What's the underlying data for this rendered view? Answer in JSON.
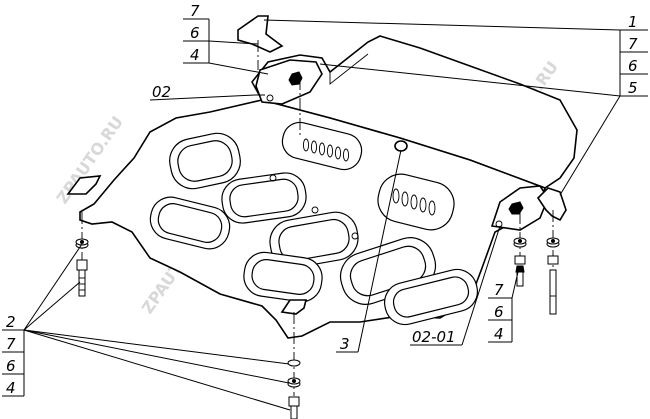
{
  "callouts": {
    "tl_stack": [
      "7",
      "6",
      "4"
    ],
    "tl_label": "02",
    "tr_stack": [
      "1",
      "7",
      "6",
      "5"
    ],
    "center_label": "3",
    "br_label": "02-01",
    "br_stack": [
      "7",
      "6",
      "4"
    ],
    "bl_stack": [
      "2",
      "7",
      "6",
      "4"
    ]
  },
  "watermark": "ZPAUTO.RU"
}
